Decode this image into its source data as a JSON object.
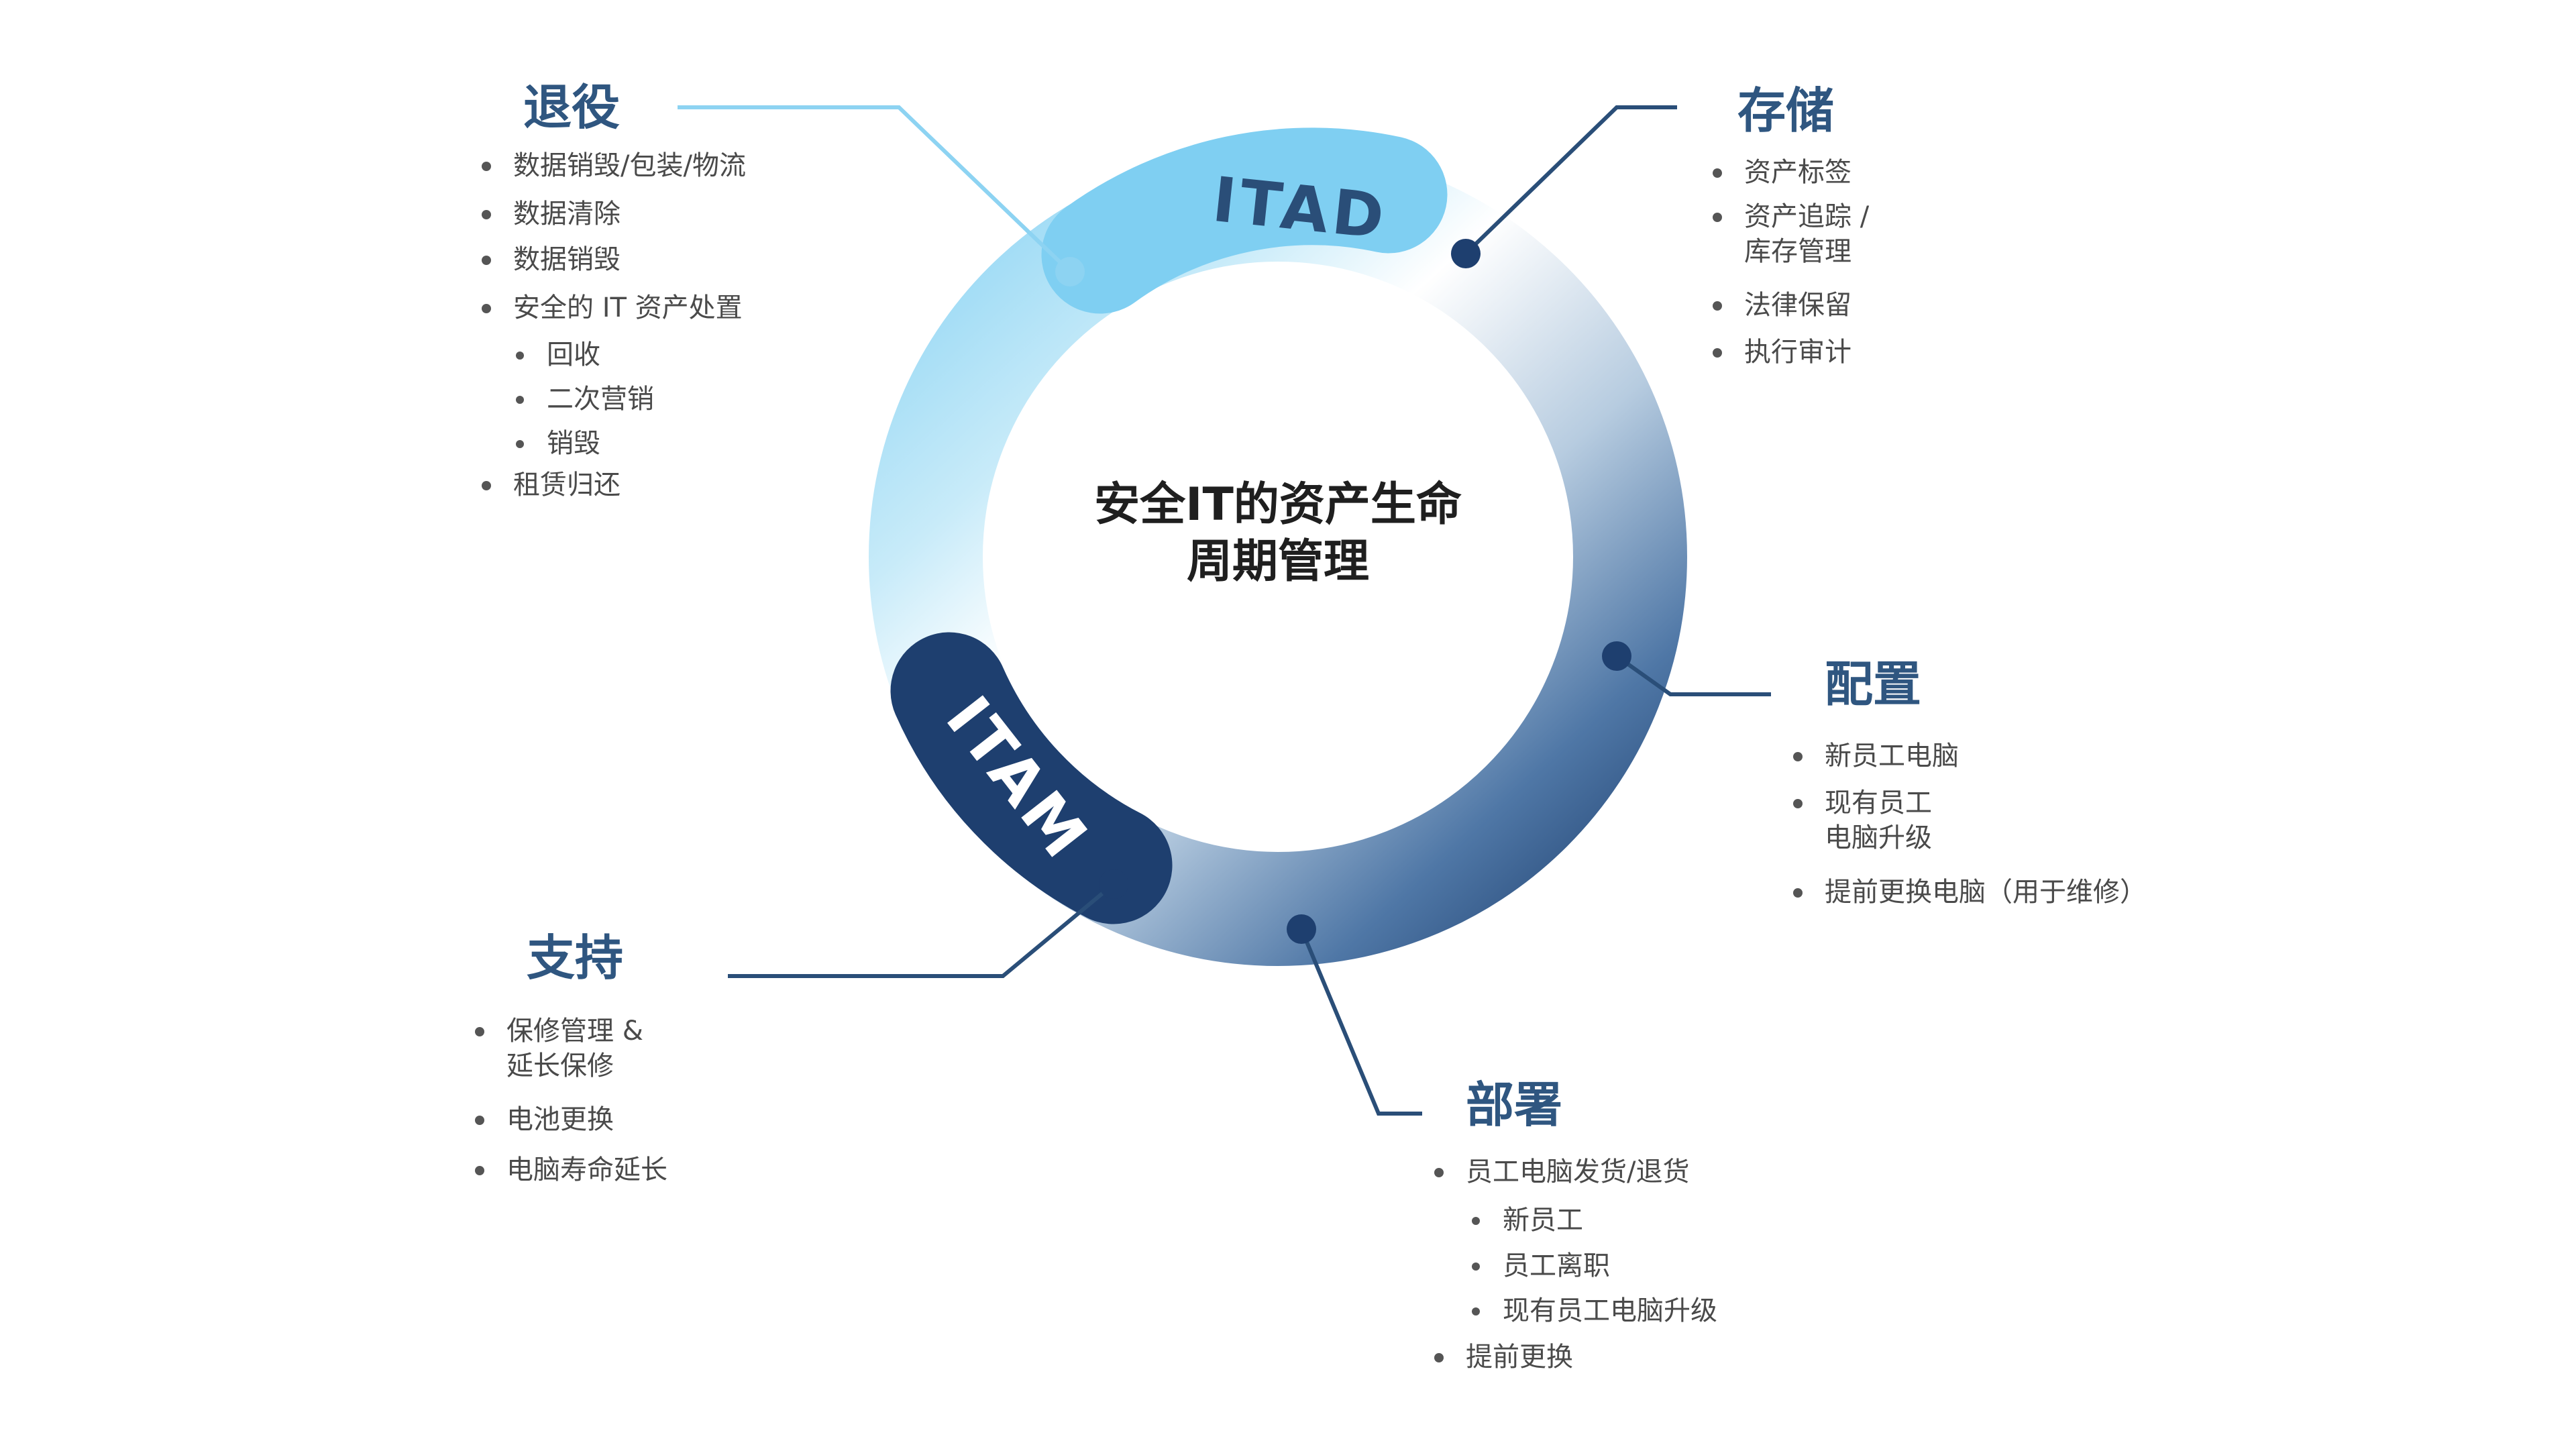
{
  "center": {
    "line1": "安全IT的资产生命",
    "line2": "周期管理"
  },
  "bands": {
    "itad": "ITAD",
    "itam": "ITAM"
  },
  "colors": {
    "title": "#2f5680",
    "text": "#4a4a4a",
    "ring_light": "#8fd3f2",
    "ring_dark": "#1e3f6f",
    "retire_line": "#8dd3f2",
    "dark_line": "#2a4e78"
  },
  "stages": {
    "retire": {
      "title": "退役",
      "items": [
        {
          "text": "数据销毁/包装/物流",
          "level": 1
        },
        {
          "text": "数据清除",
          "level": 1
        },
        {
          "text": "数据销毁",
          "level": 1
        },
        {
          "text": "安全的 IT 资产处置",
          "level": 1
        },
        {
          "text": "回收",
          "level": 2
        },
        {
          "text": "二次营销",
          "level": 2
        },
        {
          "text": "销毁",
          "level": 2
        },
        {
          "text": "租赁归还",
          "level": 1
        }
      ]
    },
    "storage": {
      "title": "存储",
      "items": [
        {
          "text": "资产标签",
          "level": 1
        },
        {
          "text": "资产追踪 /",
          "level": 1,
          "cont": "库存管理"
        },
        {
          "text": "法律保留",
          "level": 1
        },
        {
          "text": "执行审计",
          "level": 1
        }
      ]
    },
    "config": {
      "title": "配置",
      "items": [
        {
          "text": "新员工电脑",
          "level": 1
        },
        {
          "text": "现有员工",
          "level": 1,
          "cont": "电脑升级"
        },
        {
          "text": "提前更换电脑（用于维修）",
          "level": 1
        }
      ]
    },
    "deploy": {
      "title": "部署",
      "items": [
        {
          "text": "员工电脑发货/退货",
          "level": 1
        },
        {
          "text": "新员工",
          "level": 2
        },
        {
          "text": "员工离职",
          "level": 2
        },
        {
          "text": "现有员工电脑升级",
          "level": 2
        },
        {
          "text": "提前更换",
          "level": 1
        }
      ]
    },
    "support": {
      "title": "支持",
      "items": [
        {
          "text": "保修管理 &",
          "level": 1,
          "cont": "延长保修"
        },
        {
          "text": "电池更换",
          "level": 1
        },
        {
          "text": "电脑寿命延长",
          "level": 1
        }
      ]
    }
  }
}
